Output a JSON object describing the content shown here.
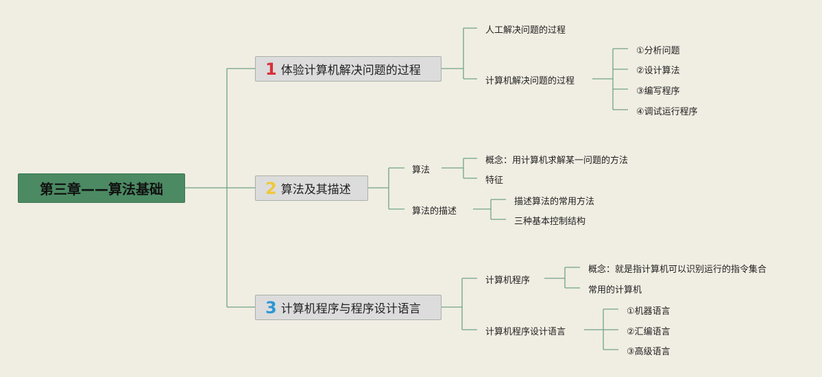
{
  "root": "第三章——算法基础",
  "branches": [
    {
      "num": "1",
      "num_color": "#d7303a",
      "label": "体验计算机解决问题的过程"
    },
    {
      "num": "2",
      "num_color": "#f0c93b",
      "label": "算法及其描述"
    },
    {
      "num": "3",
      "num_color": "#2d97d6",
      "label": "计算机程序与程序设计语言"
    }
  ],
  "b1": {
    "manual": "人工解决问题的过程",
    "computer": "计算机解决问题的过程",
    "steps": [
      "①分析问题",
      "②设计算法",
      "③编写程序",
      "④调试运行程序"
    ]
  },
  "b2": {
    "algo": "算法",
    "algo_children": [
      "概念：用计算机求解某一问题的方法",
      "特征"
    ],
    "desc": "算法的描述",
    "desc_children": [
      "描述算法的常用方法",
      "三种基本控制结构"
    ]
  },
  "b3": {
    "program": "计算机程序",
    "program_children": [
      "概念：就是指计算机可以识别运行的指令集合",
      "常用的计算机"
    ],
    "lang": "计算机程序设计语言",
    "lang_children": [
      "①机器语言",
      "②汇编语言",
      "③高级语言"
    ]
  },
  "colors": {
    "background": "#f0ede3",
    "root_fill": "#4b8a63",
    "branch_fill": "#dcdcdc",
    "line": "#5f9a78"
  }
}
